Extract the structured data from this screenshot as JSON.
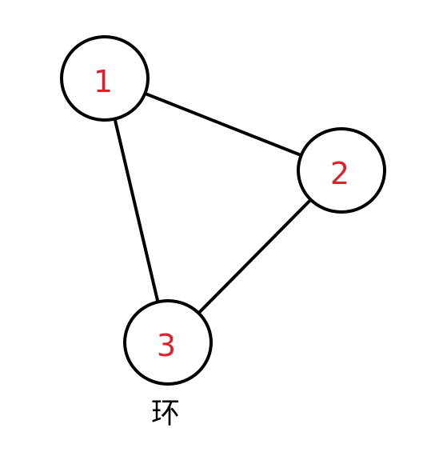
{
  "nodes": [
    {
      "id": "1",
      "label": "1"
    },
    {
      "id": "2",
      "label": "2"
    },
    {
      "id": "3",
      "label": "3"
    }
  ],
  "edges": [
    {
      "from": "1",
      "to": "2"
    },
    {
      "from": "2",
      "to": "3"
    },
    {
      "from": "1",
      "to": "3"
    }
  ],
  "caption": "环",
  "colors": {
    "node_label": "#e0202a",
    "stroke": "#000000",
    "caption": "#000000"
  }
}
